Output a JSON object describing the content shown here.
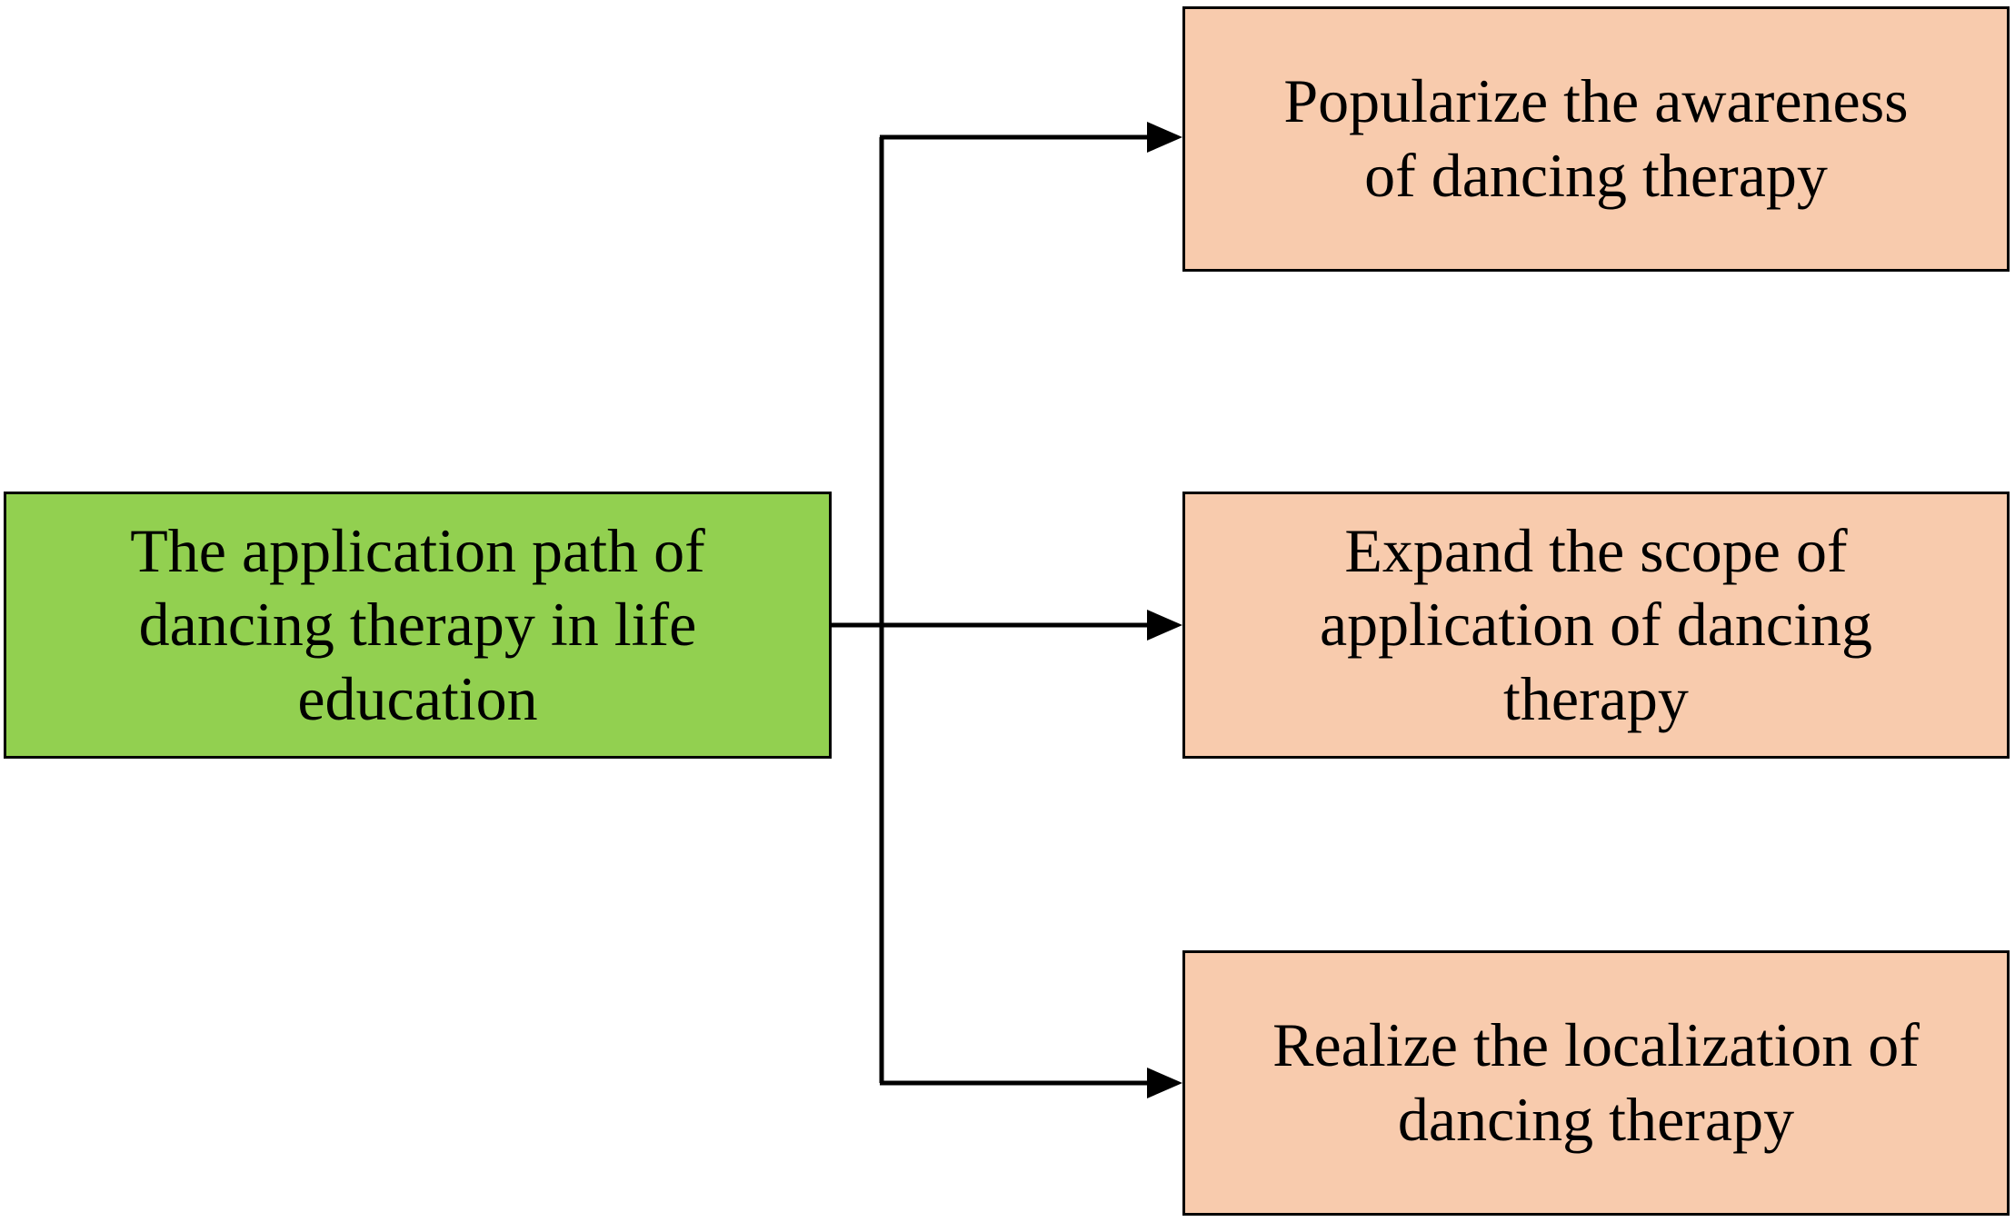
{
  "colors": {
    "root_fill": "#92D050",
    "branch_fill": "#F8CBAD",
    "line": "#000000"
  },
  "root": {
    "text": "The application path of\ndancing therapy in life\neducation"
  },
  "branches": [
    {
      "text": "Popularize the awareness\nof dancing therapy"
    },
    {
      "text": "Expand the scope of\napplication of dancing\ntherapy"
    },
    {
      "text": "Realize the localization of\ndancing therapy"
    }
  ]
}
